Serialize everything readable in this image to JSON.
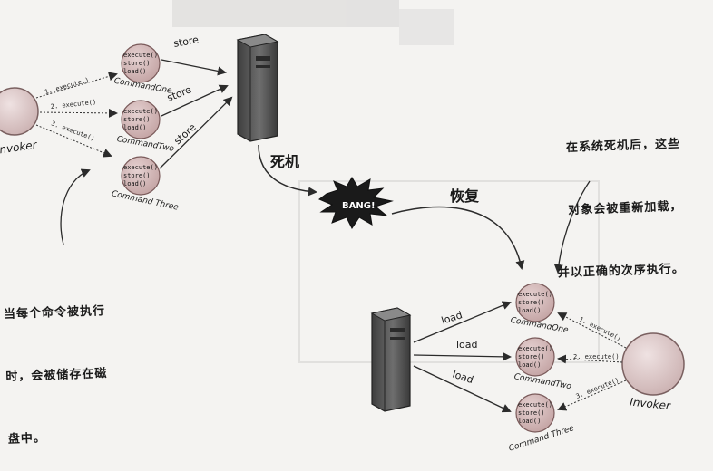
{
  "colors": {
    "background": "#f4f3f1",
    "command_fill": "#cfb3b3",
    "invoker_fill": "#ddc9c9",
    "server_fill": "#555555",
    "bang_fill": "#1a1a1a",
    "bang_text": "#ffffff",
    "arrow": "#2b2b2b"
  },
  "top": {
    "invoker_label": "Invoker",
    "calls": [
      "1. execute()",
      "2. execute()",
      "3. execute()"
    ],
    "commands": [
      {
        "name": "CommandOne",
        "methods": [
          "execute()",
          "store()",
          "load()"
        ]
      },
      {
        "name": "CommandTwo",
        "methods": [
          "execute()",
          "store()",
          "load()"
        ]
      },
      {
        "name": "Command Three",
        "methods": [
          "execute()",
          "store()",
          "load()"
        ]
      }
    ],
    "store_labels": [
      "store",
      "store",
      "store"
    ]
  },
  "crash_label": "死机",
  "bang_text": "BANG!",
  "recover_label": "恢复",
  "bottom": {
    "invoker_label": "Invoker",
    "calls": [
      "1. execute()",
      "2. execute()",
      "3. execute()"
    ],
    "commands": [
      {
        "name": "CommandOne",
        "methods": [
          "execute()",
          "store()",
          "load()"
        ]
      },
      {
        "name": "CommandTwo",
        "methods": [
          "execute()",
          "store()",
          "load()"
        ]
      },
      {
        "name": "Command Three",
        "methods": [
          "execute()",
          "store()",
          "load()"
        ]
      }
    ],
    "load_labels": [
      "load",
      "load",
      "load"
    ]
  },
  "notes": {
    "left": [
      "当每个命令被执行",
      "时，会被储存在磁",
      "盘中。"
    ],
    "right": [
      "在系统死机后，这些",
      "对象会被重新加载，",
      "并以正确的次序执行。"
    ]
  }
}
